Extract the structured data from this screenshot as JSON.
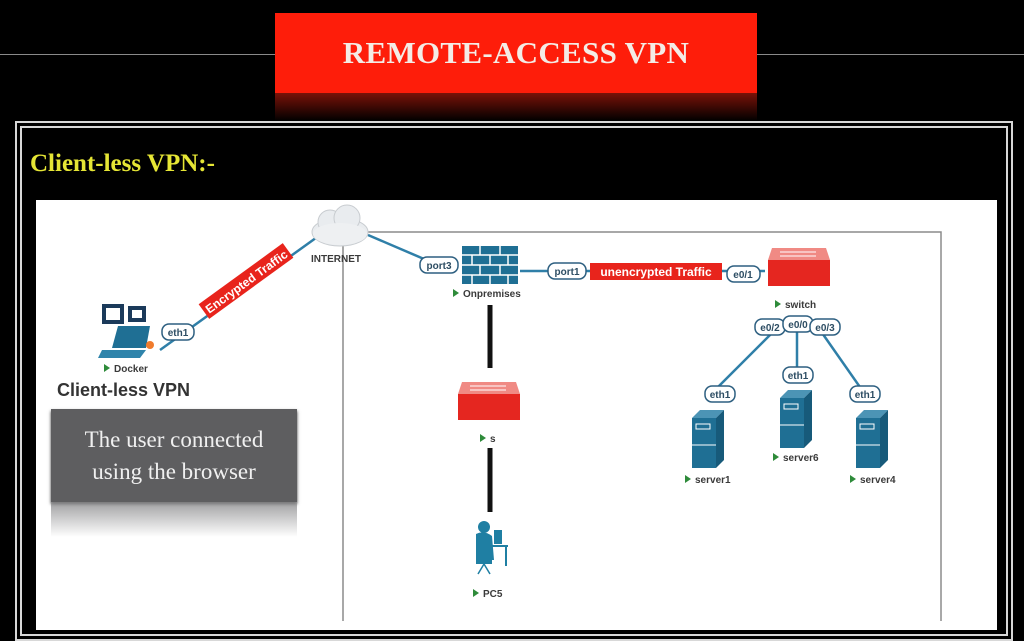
{
  "slide": {
    "title": "REMOTE-ACCESS VPN",
    "subtitle": "Client-less VPN:-",
    "accent_color": "#fe1d0a",
    "subtitle_color": "#e6e635"
  },
  "diagram": {
    "section_label": "Client-less VPN",
    "note": [
      "The user connected",
      "using the browser"
    ],
    "nodes": {
      "docker": "Docker",
      "internet": "INTERNET",
      "firewall": "Onpremises",
      "switch_main": "switch",
      "switch_s": "s",
      "pc": "PC5",
      "server1": "server1",
      "server6": "server6",
      "server4": "server4"
    },
    "ports": {
      "docker_eth1": "eth1",
      "fw_port3": "port3",
      "fw_port1": "port1",
      "sw_e01": "e0/1",
      "sw_e02": "e0/2",
      "sw_e00": "e0/0",
      "sw_e03": "e0/3",
      "server1_eth1": "eth1",
      "server6_eth1": "eth1",
      "server4_eth1": "eth1"
    },
    "links": {
      "encrypted": "Encrypted Traffic",
      "unencrypted": "unencrypted Traffic"
    },
    "colors": {
      "device": "#1f6f94",
      "link": "#2f7fa8",
      "traffic_label": "#e8241c",
      "status_arrow": "#2e8b3a"
    }
  }
}
